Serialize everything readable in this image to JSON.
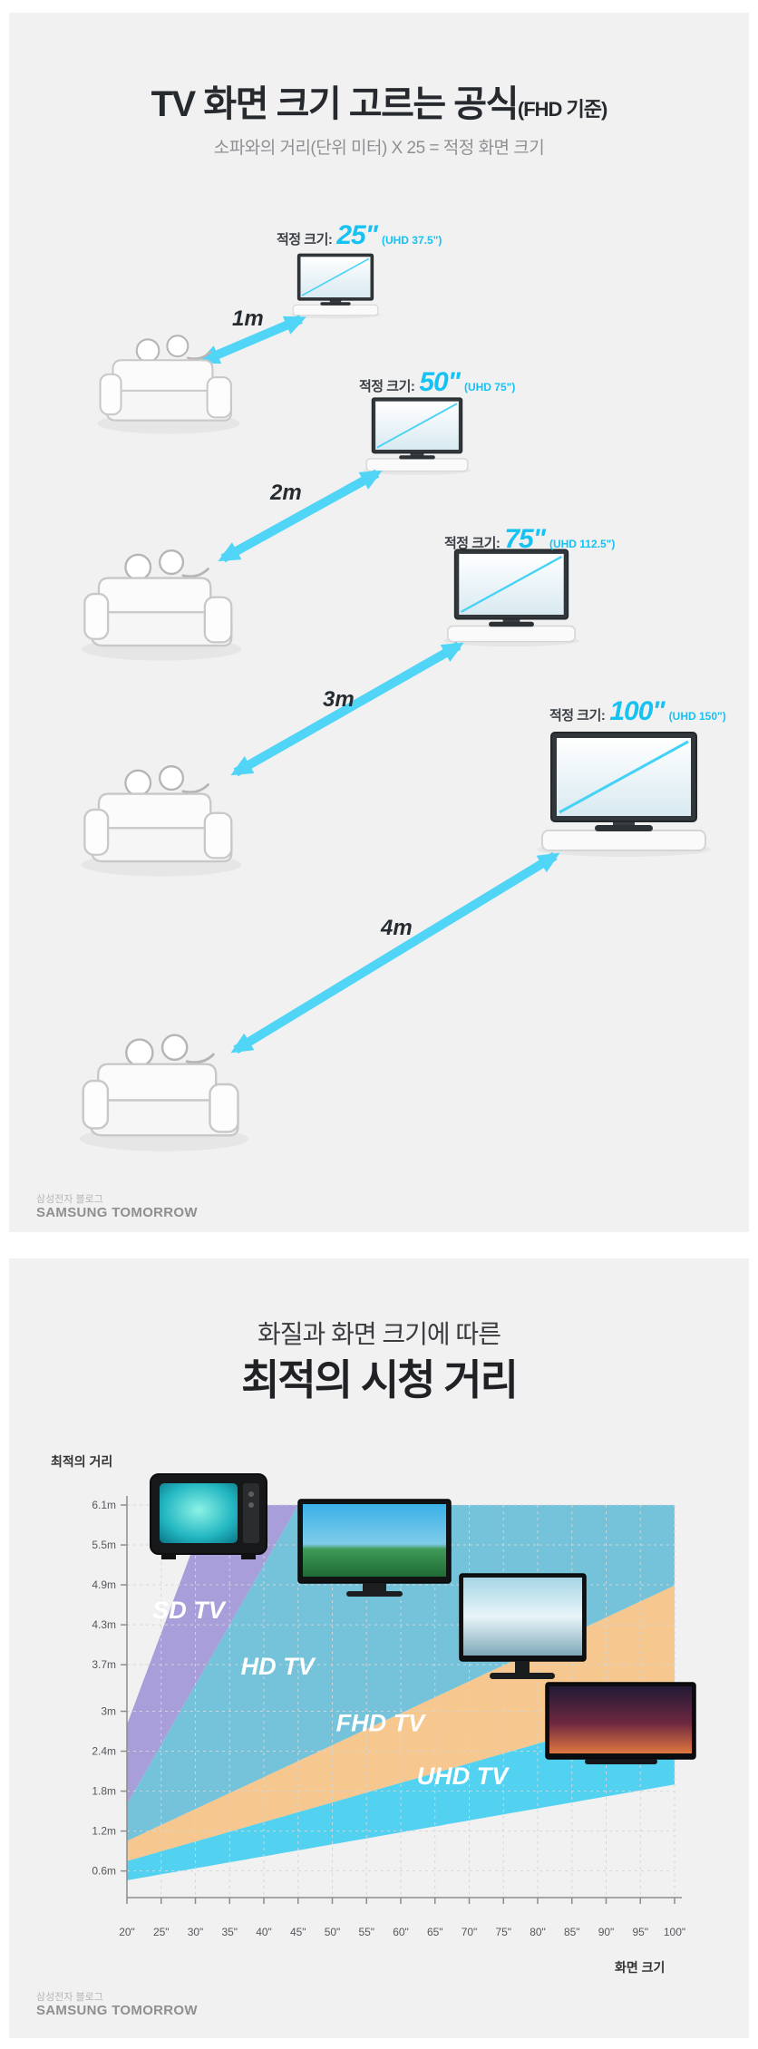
{
  "page": {
    "card_bg": "#f1f1f2",
    "accent_cyan": "#15c2f2",
    "arrow_cyan": "#50d5f7"
  },
  "section1": {
    "title": "TV 화면 크기 고르는 공식",
    "title_suffix": "(FHD 기준)",
    "subtitle": "소파와의 거리(단위 미터) X 25 = 적정 화면 크기",
    "rows": [
      {
        "distance": "1m",
        "size_label": "적정 크기:",
        "size_value": "25\"",
        "uhd_note": "(UHD 37.5\")"
      },
      {
        "distance": "2m",
        "size_label": "적정 크기:",
        "size_value": "50\"",
        "uhd_note": "(UHD 75\")"
      },
      {
        "distance": "3m",
        "size_label": "적정 크기:",
        "size_value": "75\"",
        "uhd_note": "(UHD 112.5\")"
      },
      {
        "distance": "4m",
        "size_label": "적정 크기:",
        "size_value": "100\"",
        "uhd_note": "(UHD 150\")"
      }
    ],
    "footer_small": "삼성전자 블로그",
    "footer_brand": "SAMSUNG TOMORROW"
  },
  "section2": {
    "title_line1": "화질과 화면 크기에 따른",
    "title_line2": "최적의 시청 거리",
    "footer_small": "삼성전자 블로그",
    "footer_brand": "SAMSUNG TOMORROW"
  },
  "chart_data": {
    "type": "area",
    "title": "최적의 시청 거리",
    "subtitle": "화질과 화면 크기에 따른",
    "xlabel": "화면 크기",
    "ylabel": "최적의 거리",
    "x_unit": "inch",
    "y_unit": "m",
    "x_ticks": [
      "20\"",
      "25\"",
      "30\"",
      "35\"",
      "40\"",
      "45\"",
      "50\"",
      "55\"",
      "60\"",
      "65\"",
      "70\"",
      "75\"",
      "80\"",
      "85\"",
      "90\"",
      "95\"",
      "100\""
    ],
    "x_values": [
      20,
      25,
      30,
      35,
      40,
      45,
      50,
      55,
      60,
      65,
      70,
      75,
      80,
      85,
      90,
      95,
      100
    ],
    "y_ticks": [
      "6.1m",
      "5.5m",
      "4.9m",
      "4.3m",
      "3.7m",
      "3m",
      "2.4m",
      "1.8m",
      "1.2m",
      "0.6m"
    ],
    "y_values": [
      6.1,
      5.5,
      4.9,
      4.3,
      3.7,
      3,
      2.4,
      1.8,
      1.2,
      0.6
    ],
    "x_range": [
      20,
      100
    ],
    "y_range": [
      0.2,
      6.1
    ],
    "grid": "dashed",
    "legend_position": "in-area-labels",
    "bands": [
      {
        "name": "SD TV",
        "color": "#a89ed9",
        "upper_line": {
          "slope": 0.275,
          "intercept": -2.7
        },
        "lower_line": {
          "slope": 0.18,
          "intercept": -2.0
        },
        "label_at": {
          "x": 29,
          "y": 4.4
        }
      },
      {
        "name": "HD TV",
        "color": "#74c3da",
        "upper_line": {
          "slope": 0.18,
          "intercept": -2.0
        },
        "lower_line": {
          "slope": 0.048,
          "intercept": 0.09
        },
        "label_at": {
          "x": 42,
          "y": 3.55
        }
      },
      {
        "name": "FHD TV",
        "color": "#f6c78e",
        "upper_line": {
          "slope": 0.048,
          "intercept": 0.09
        },
        "lower_line": {
          "slope": 0.0294,
          "intercept": 0.16
        },
        "label_at": {
          "x": 57,
          "y": 2.7
        }
      },
      {
        "name": "UHD TV",
        "color": "#52d2f0",
        "upper_line": {
          "slope": 0.0294,
          "intercept": 0.16
        },
        "lower_line": {
          "slope": 0.018,
          "intercept": 0.1
        },
        "label_at": {
          "x": 69,
          "y": 1.9
        }
      }
    ],
    "tv_markers": [
      "SD CRT TV",
      "HD TV",
      "FHD TV",
      "UHD TV"
    ]
  }
}
